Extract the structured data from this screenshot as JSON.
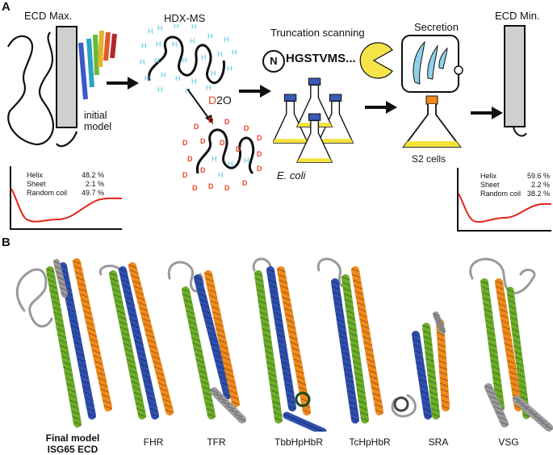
{
  "panel_a": {
    "letter": "A",
    "ecd_max": {
      "title": "ECD Max.",
      "model_label_line1": "initial",
      "model_label_line2": "model"
    },
    "hdx": {
      "title": "HDX-MS",
      "h_letter": "H",
      "d_letter": "D",
      "d2o_d": "D",
      "d2o_rest": "2O"
    },
    "truncation": {
      "title": "Truncation scanning",
      "n_label": "N",
      "sequence": "HGSTVMS...",
      "host": "E. coli"
    },
    "secretion": {
      "title": "Secretion",
      "cells": "S2 cells"
    },
    "ecd_min": {
      "title": "ECD Min."
    },
    "cd_left": {
      "rows": [
        {
          "name": "Helix",
          "value": "48.2 %"
        },
        {
          "name": "Sheet",
          "value": "2.1 %"
        },
        {
          "name": "Random coil",
          "value": "49.7 %"
        }
      ]
    },
    "cd_right": {
      "rows": [
        {
          "name": "Helix",
          "value": "59.6 %"
        },
        {
          "name": "Sheet",
          "value": "2.2 %"
        },
        {
          "name": "Random coil",
          "value": "38.2 %"
        }
      ]
    },
    "colors": {
      "cd_curve": "#e2231a",
      "h_cyan": "#4fc3e0",
      "d_red": "#e8442b",
      "flask_blue": "#3a5bb5",
      "flask_orange": "#f28a1d",
      "liquid": "#f3e33a",
      "pacman": "#f7e448"
    }
  },
  "panel_b": {
    "letter": "B",
    "structures": [
      {
        "caption_line1": "Final model",
        "caption_line2": "ISG65 ECD"
      },
      {
        "caption_line1": "FHR"
      },
      {
        "caption_line1": "TFR"
      },
      {
        "caption_line1": "TbbHpHbR"
      },
      {
        "caption_line1": "TcHpHbR"
      },
      {
        "caption_line1": "SRA"
      },
      {
        "caption_line1": "VSG"
      }
    ],
    "colors": {
      "helix_a": "#f08a1c",
      "helix_b": "#6cae2b",
      "helix_c": "#2f4fae",
      "coil": "#9a9a9a"
    }
  }
}
